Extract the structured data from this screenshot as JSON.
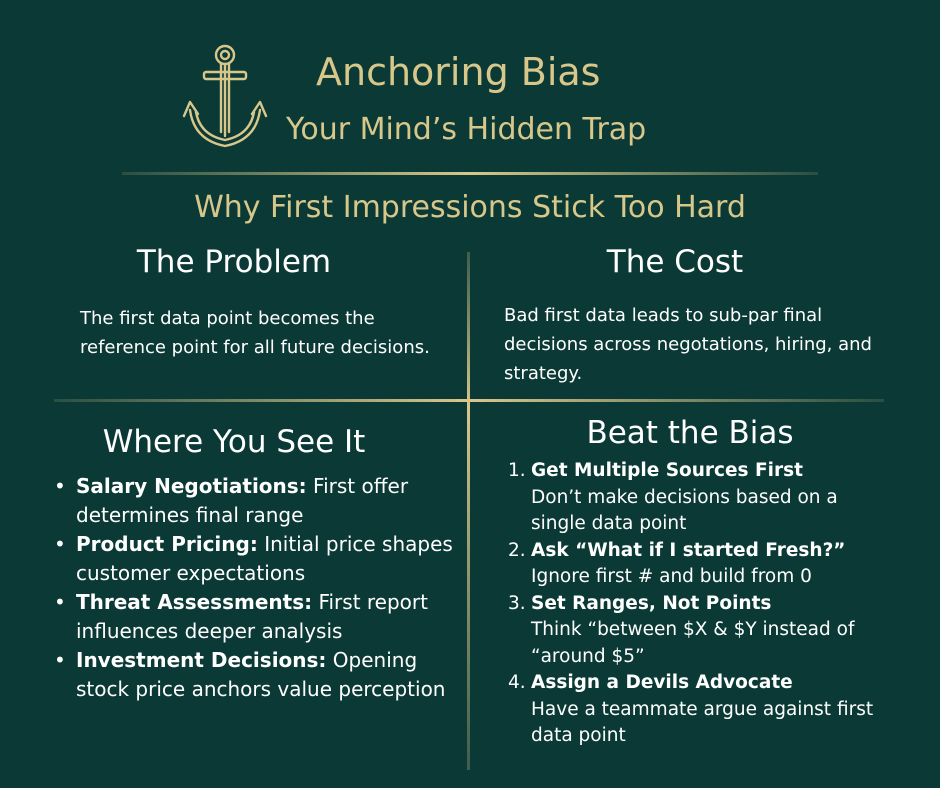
{
  "header": {
    "title": "Anchoring Bias",
    "subtitle": "Your Mind’s Hidden Trap",
    "tagline": "Why First Impressions Stick Too Hard",
    "icon": "anchor-icon"
  },
  "colors": {
    "background": "#0b3a36",
    "accent": "#d8c78a",
    "text": "#ffffff"
  },
  "problem": {
    "heading": "The Problem",
    "text": "The first data point becomes the reference point for all future decisions."
  },
  "cost": {
    "heading": "The Cost",
    "text": "Bad first data leads to sub-par final decisions across negotations, hiring, and strategy."
  },
  "where": {
    "heading": "Where You See It",
    "items": [
      {
        "term": "Salary Negotiations:",
        "desc": " First offer determines final range"
      },
      {
        "term": "Product Pricing:",
        "desc": " Initial price shapes customer expectations"
      },
      {
        "term": "Threat Assessments:",
        "desc": " First report influences deeper analysis"
      },
      {
        "term": "Investment Decisions:",
        "desc": " Opening stock price anchors value perception"
      }
    ]
  },
  "beat": {
    "heading": "Beat the Bias",
    "steps": [
      {
        "num": "1.",
        "title": "Get Multiple Sources First",
        "desc": "Don’t make decisions based on a single data point"
      },
      {
        "num": "2.",
        "title": "Ask “What if I started Fresh?”",
        "desc": "Ignore first # and build from 0"
      },
      {
        "num": "3.",
        "title": "Set Ranges, Not Points",
        "desc": "Think “between $X & $Y instead of “around $5”"
      },
      {
        "num": "4.",
        "title": "Assign a Devils Advocate",
        "desc": "Have a teammate argue against first data point"
      }
    ]
  }
}
